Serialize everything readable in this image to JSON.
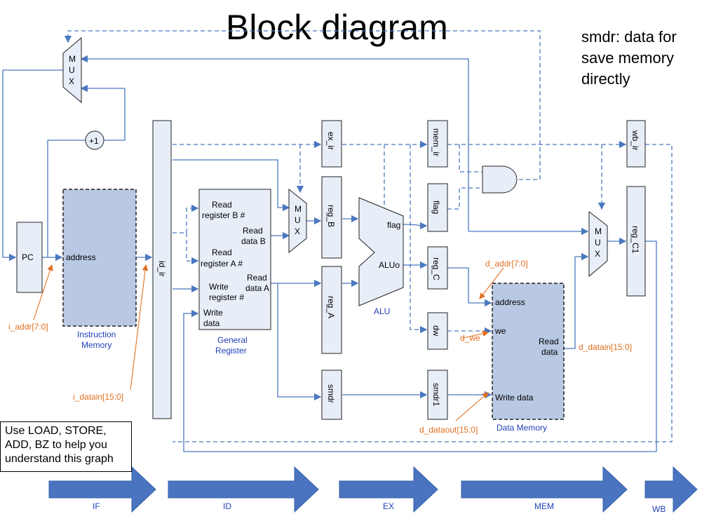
{
  "title": "Block diagram",
  "note": [
    "smdr:  data for",
    "save memory",
    "directly"
  ],
  "help": [
    "Use LOAD, STORE,",
    "ADD, BZ to help you",
    "understand this graph"
  ],
  "blocks": {
    "pc": "PC",
    "address": "address",
    "imem": [
      "Instruction",
      "Memory"
    ],
    "id_ir": "id_ir",
    "plus1": "+1",
    "mux": [
      "M",
      "U",
      "X"
    ],
    "gr_read_b": [
      "Read",
      "register B #"
    ],
    "gr_read_a": [
      "Read",
      "register A #"
    ],
    "gr_write_reg": [
      "Write",
      "register #"
    ],
    "gr_write_data": [
      "Write",
      "data"
    ],
    "gr_data_b": [
      "Read",
      "data B"
    ],
    "gr_data_a": [
      "Read",
      "data A"
    ],
    "greg": [
      "General",
      "Register"
    ],
    "ex_ir": "ex_ir",
    "reg_b": "reg_B",
    "reg_a": "reg_A",
    "smdr": "smdr",
    "alu_flag": "flag",
    "alu_out": "ALUo",
    "alu": "ALU",
    "mem_ir": "mem_ir",
    "flag": "flag",
    "reg_c": "reg_C",
    "dw": "dw",
    "smdr1": "smdr1",
    "dmem_address": "address",
    "dmem_we": "we",
    "dmem_read": [
      "Read",
      "data"
    ],
    "dmem_write": "Write data",
    "dmem": "Data Memory",
    "wb_ir": "wb_ir",
    "reg_c1": "reg_C1"
  },
  "signals": {
    "i_addr": "i_addr[7:0]",
    "i_datain": "i_datain[15:0]",
    "d_addr": "d_addr[7:0]",
    "d_we": "d_we",
    "d_datain": "d_datain[15:0]",
    "d_dataout": "d_dataout[15:0]"
  },
  "stages": [
    "IF",
    "ID",
    "EX",
    "MEM",
    "WB"
  ]
}
